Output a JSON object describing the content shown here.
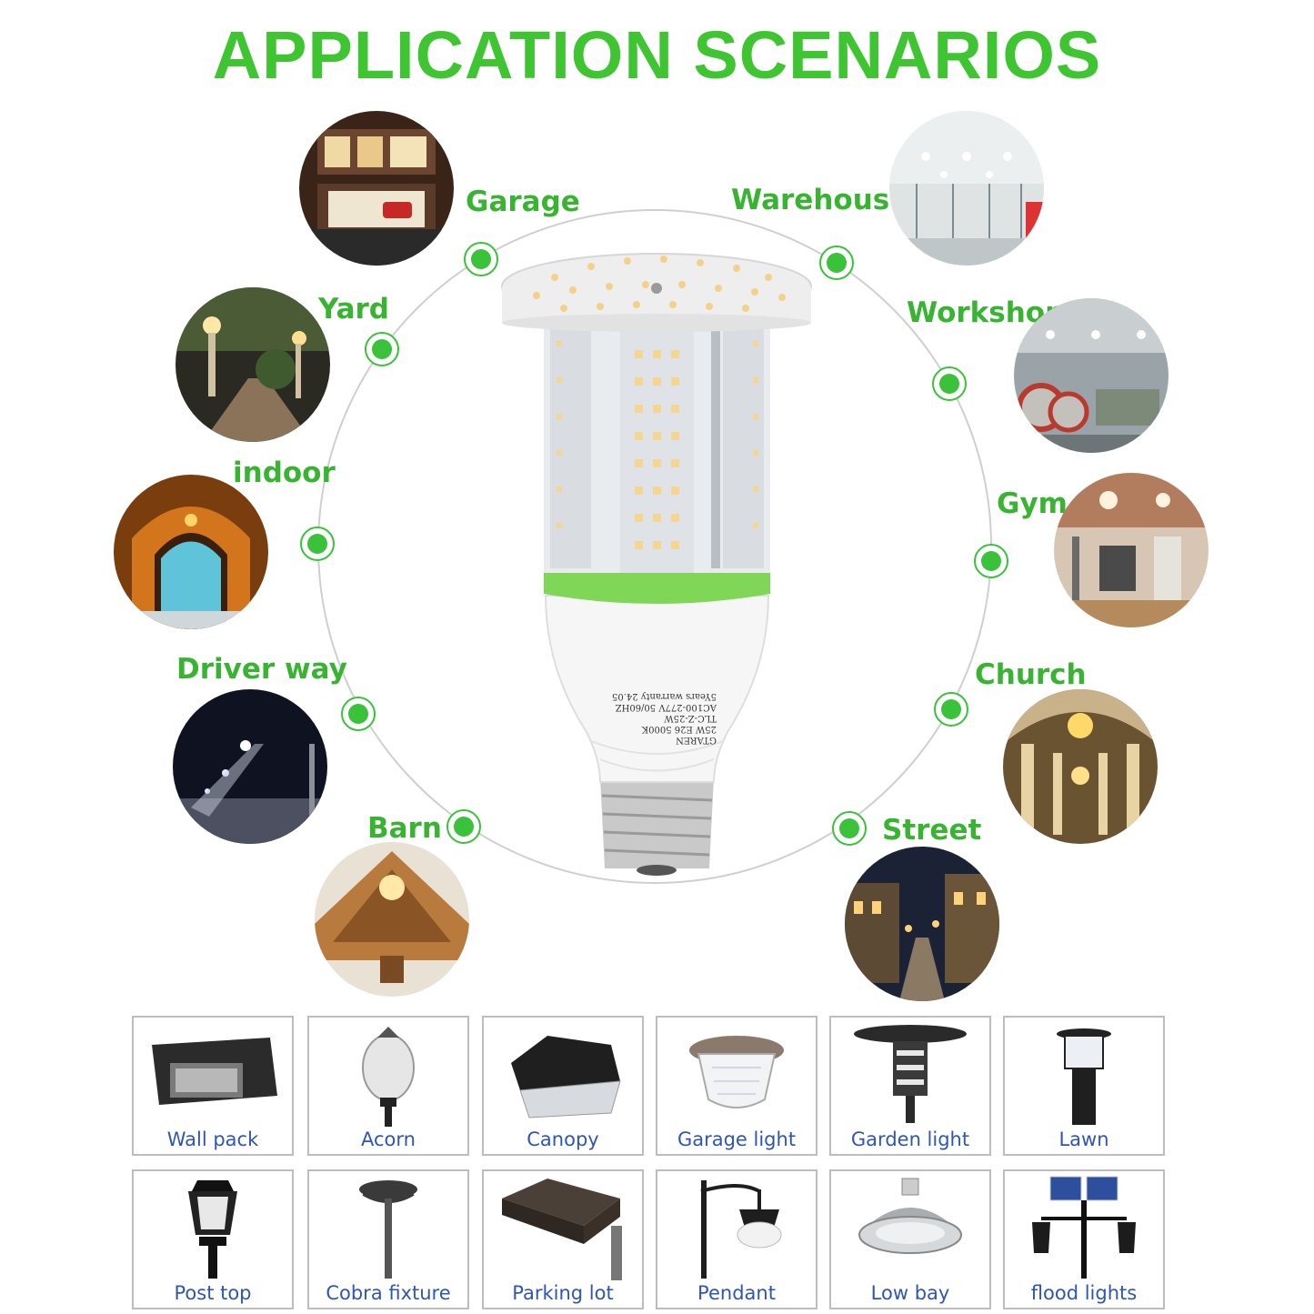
{
  "title": "APPLICATION SCENARIOS",
  "scenarios": {
    "garage": "Garage",
    "yard": "Yard",
    "indoor": "indoor",
    "driver_way": "Driver way",
    "barn": "Barn",
    "warehouse": "Warehouse",
    "workshop": "Workshop",
    "gym": "Gym",
    "church": "Church",
    "street": "Street"
  },
  "bulb_label": {
    "line1": "GTAREN",
    "line2": "25W E26 5000K",
    "line3": "TLC-Z-25W",
    "line4": "AC100-277V 50/60HZ",
    "line5": "5Years warranty 24.05"
  },
  "fixtures": {
    "row1": [
      "Wall pack",
      "Acorn",
      "Canopy",
      "Garage light",
      "Garden light",
      "Lawn"
    ],
    "row2": [
      "Post top",
      "Cobra fixture",
      "Parking lot",
      "Pendant",
      "Low bay",
      "flood lights"
    ]
  },
  "colors": {
    "accent_green": "#3fc532",
    "fixture_label_blue": "#2e56b8"
  }
}
